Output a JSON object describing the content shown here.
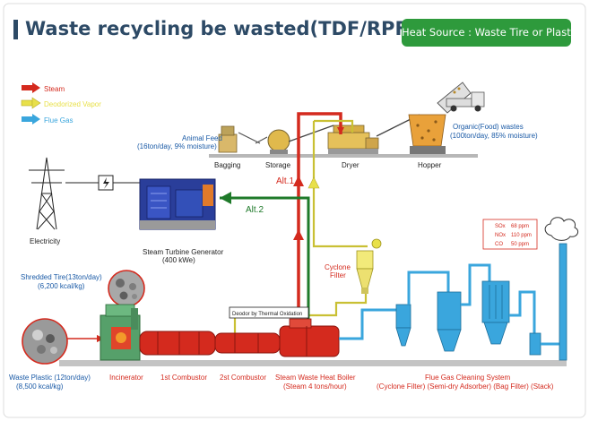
{
  "header": {
    "title": "Waste recycling be wasted(TDF/RPF)",
    "heat_source": "Heat Source : Waste Tire or Plastics"
  },
  "legend": [
    {
      "label": "Steam",
      "color": "#d42a1e"
    },
    {
      "label": "Deodorized Vapor",
      "color": "#e8e04a"
    },
    {
      "label": "Flue Gas",
      "color": "#3aa6dd"
    }
  ],
  "colors": {
    "steam": "#d42a1e",
    "vapor": "#e8e04a",
    "flue_gas": "#3aa6dd",
    "green_line": "#1f7a2a",
    "label_blue": "#1a5aa6",
    "label_red": "#d42a1e"
  },
  "inputs": {
    "animal_feed": {
      "line1": "Animal Feed",
      "line2": "(16ton/day, 9% moisture)"
    },
    "organic": {
      "line1": "Organic(Food) wastes",
      "line2": "(100ton/day, 85% moisture)"
    },
    "shredded_tire": {
      "line1": "Shredded Tire(13ton/day)",
      "line2": "(6,200 kcal/kg)"
    },
    "waste_plastic": {
      "line1": "Waste Plastic (12ton/day)",
      "line2": "(8,500 kcal/kg)"
    }
  },
  "process": {
    "bagging": "Bagging",
    "storage": "Storage",
    "dryer": "Dryer",
    "hopper": "Hopper",
    "electricity": "Electricity",
    "turbine": {
      "line1": "Steam Turbine Generator",
      "line2": "(400 kWe)"
    },
    "alt1": "Alt.1",
    "alt2": "Alt.2",
    "cyclone": {
      "line1": "Cyclone",
      "line2": "Filter"
    },
    "deodor": "Deodor by Thermal Oxidation",
    "incinerator": "Incinerator",
    "combustor1": "1st Combustor",
    "combustor2": "2st Combustor",
    "boiler": {
      "line1": "Steam Waste Heat Boiler",
      "line2": "(Steam 4 tons/hour)"
    },
    "flue": {
      "line1": "Flue Gas Cleaning System",
      "line2": "(Cyclone Filter) (Semi-dry Adsorber) (Bag Filter) (Stack)"
    }
  },
  "emissions": [
    {
      "name": "SOx",
      "value": "68 ppm"
    },
    {
      "name": "NOx",
      "value": "110 ppm"
    },
    {
      "name": "CO",
      "value": "50 ppm"
    }
  ]
}
